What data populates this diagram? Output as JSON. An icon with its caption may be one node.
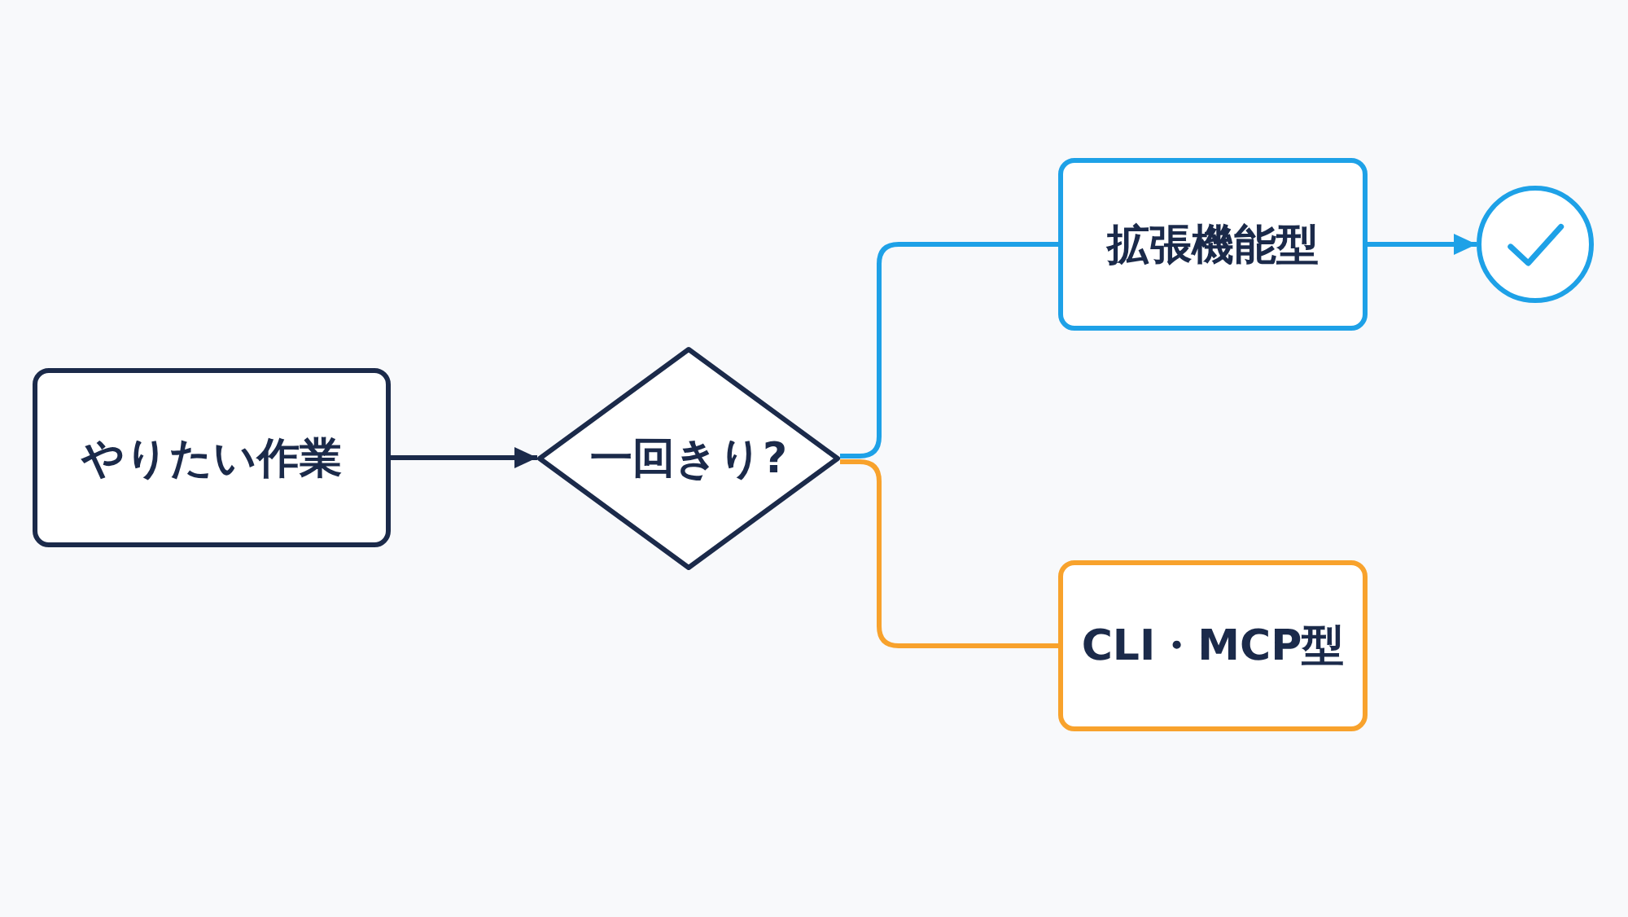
{
  "diagram": {
    "nodes": [
      {
        "text": [
          "やりたい作業"
        ]
      },
      {
        "text": [
          "一回きり?"
        ]
      },
      {
        "text": [
          "拡張機能型"
        ]
      },
      {
        "text": [],
        "shape": "circle"
      },
      {
        "text": [
          "CLI・MCP型"
        ]
      }
    ],
    "edges": [
      {
        "from": 0,
        "to": 1,
        "arrow": "to",
        "color": "#1b2a4a"
      },
      {
        "from": 1,
        "to": 2,
        "arrow": "none",
        "color": "#1ea1e7"
      },
      {
        "from": 1,
        "to": 4,
        "arrow": "none",
        "color": "#f8a22c"
      },
      {
        "from": 2,
        "to": 3,
        "arrow": "to",
        "color": "#1ea1e7"
      }
    ]
  }
}
